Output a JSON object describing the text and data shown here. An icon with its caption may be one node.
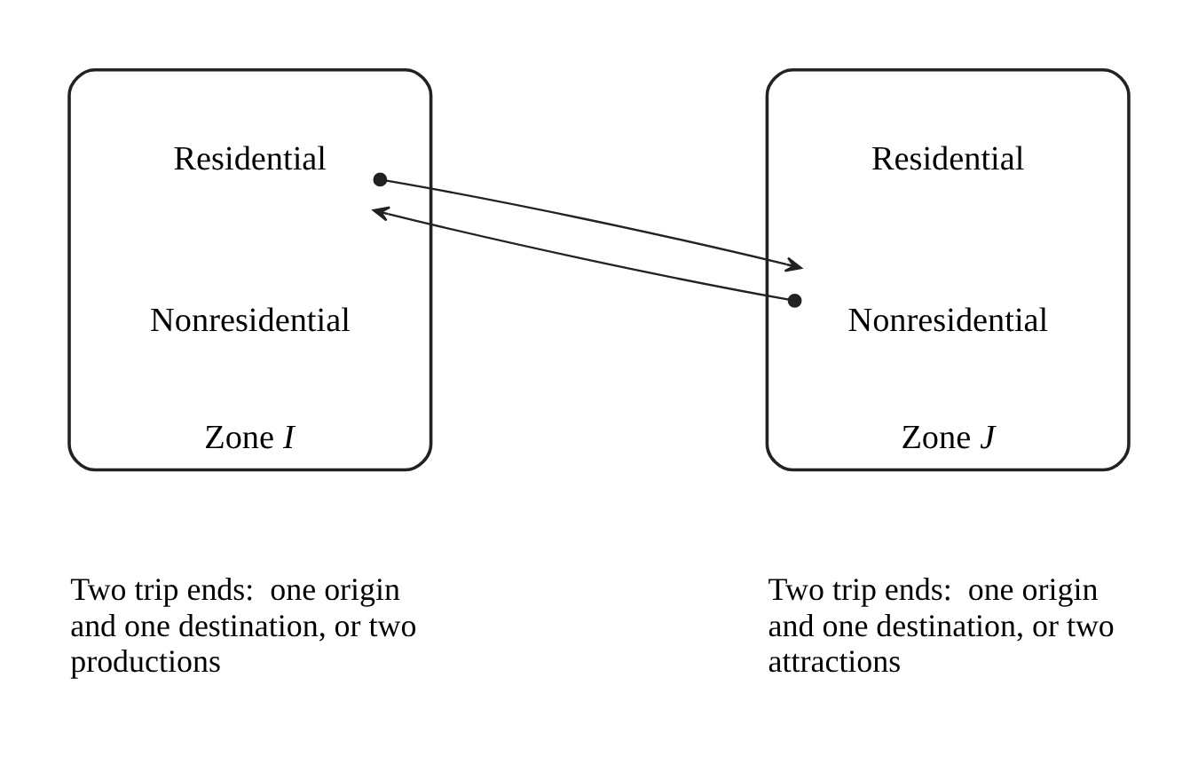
{
  "diagram": {
    "nodes": [
      {
        "text": [
          "Zone *I*"
        ],
        "beside": [
          "Two trip ends:  one origin and one destination, or two productions"
        ]
      },
      {
        "text": [
          "Residential"
        ],
        "in": 0
      },
      {
        "text": [
          "Nonresidential"
        ],
        "in": 0
      },
      {
        "text": [
          "Zone *J*"
        ],
        "beside": [
          "Two trip ends:  one origin and one destination, or two attractions"
        ]
      },
      {
        "text": [
          "Residential"
        ],
        "in": 3
      },
      {
        "text": [
          "Nonresidential"
        ],
        "in": 3
      }
    ],
    "edges": [
      {
        "from": 1,
        "to": 5,
        "arrow": "to"
      },
      {
        "from": 5,
        "to": 1,
        "arrow": "to"
      }
    ]
  }
}
